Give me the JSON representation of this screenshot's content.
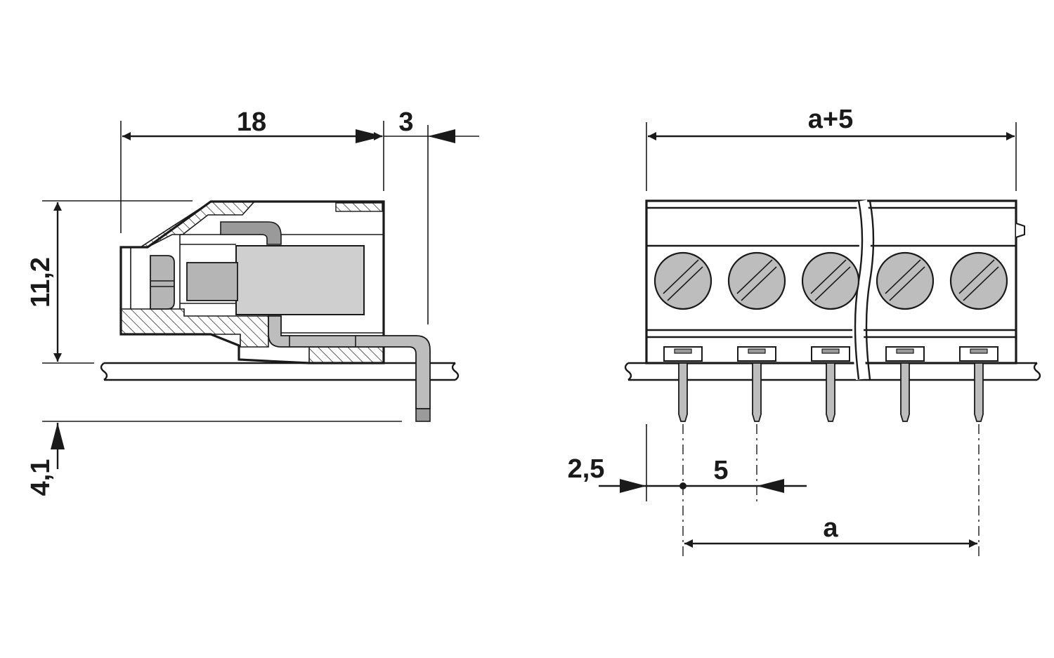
{
  "side_view": {
    "width_label": "18",
    "offset_label": "3",
    "height_label": "11,2",
    "pin_length_label": "4,1"
  },
  "front_view": {
    "total_width_label": "a+5",
    "pin_offset_label": "2,5",
    "pitch_label": "5",
    "span_label": "a",
    "screw_count": 5
  },
  "colors": {
    "line": "#1a1a1a",
    "part_fill": "#9a9a9a",
    "hatch": "#1a1a1a",
    "background": "#ffffff"
  }
}
